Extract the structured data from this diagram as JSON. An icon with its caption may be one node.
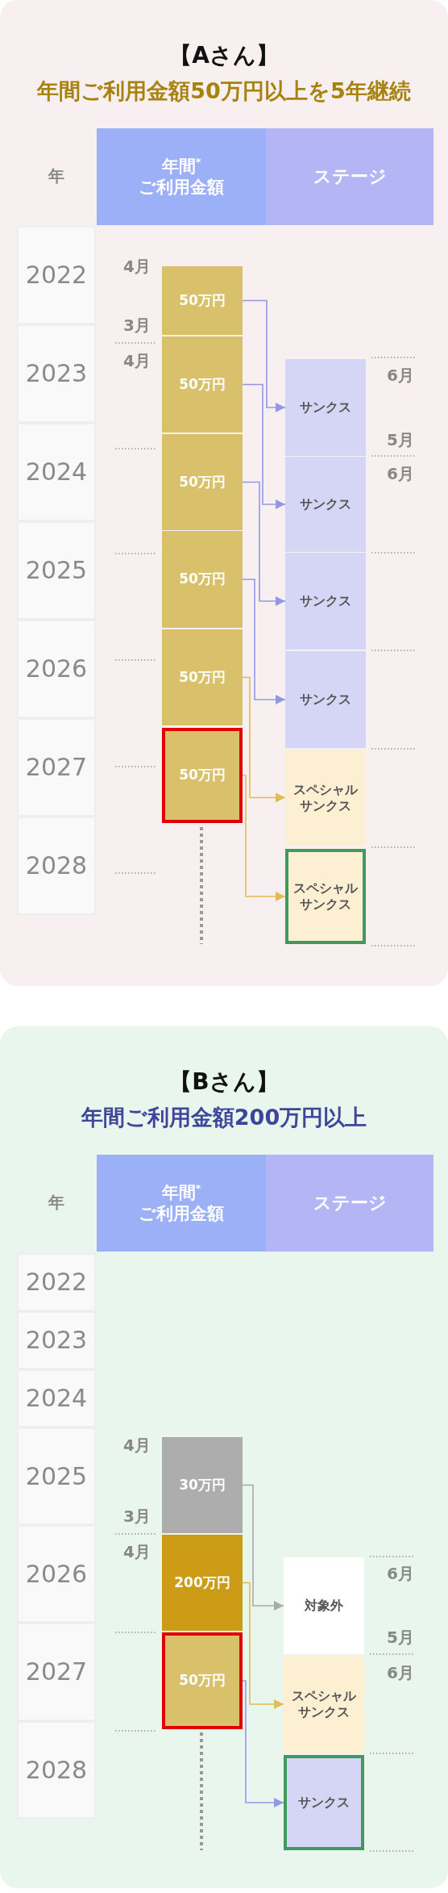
{
  "diagram": {
    "nodes": [
      {
        "text": [
          "【Aさん】",
          "年間ご利用金額50万円以上を5年継続"
        ]
      },
      {
        "text": [
          "年間$^{*}$ご利用金額"
        ],
        "in": 0
      },
      {
        "text": [
          "ステージ"
        ],
        "in": 0
      },
      {
        "text": [
          "2022"
        ],
        "in": 0
      },
      {
        "text": [
          "2023"
        ],
        "in": 0
      },
      {
        "text": [
          "2024"
        ],
        "in": 0
      },
      {
        "text": [
          "2025"
        ],
        "in": 0
      },
      {
        "text": [
          "2026"
        ],
        "in": 0
      },
      {
        "text": [
          "2027"
        ],
        "in": 0
      },
      {
        "text": [
          "2028"
        ],
        "in": 0
      },
      {
        "text": [
          "50万円"
        ],
        "in": 0,
        "beside": [
          "4月",
          "3月"
        ]
      },
      {
        "text": [
          "50万円"
        ],
        "in": 0,
        "beside": [
          "4月"
        ]
      },
      {
        "text": [
          "50万円"
        ],
        "in": 0
      },
      {
        "text": [
          "50万円"
        ],
        "in": 0
      },
      {
        "text": [
          "50万円"
        ],
        "in": 0
      },
      {
        "text": [
          "50万円"
        ],
        "in": 0
      },
      {
        "text": [
          "サンクス"
        ],
        "in": 0,
        "beside": [
          "6月",
          "5月"
        ]
      },
      {
        "text": [
          "サンクス"
        ],
        "in": 0,
        "beside": [
          "6月"
        ]
      },
      {
        "text": [
          "サンクス"
        ],
        "in": 0
      },
      {
        "text": [
          "サンクス"
        ],
        "in": 0
      },
      {
        "text": [
          "スペシャルサンクス"
        ],
        "in": 0
      },
      {
        "text": [
          "スペシャルサンクス"
        ],
        "in": 0
      },
      {
        "text": [
          "【Bさん】",
          "年間ご利用金額200万円以上"
        ]
      },
      {
        "text": [
          "年間$^{*}$ご利用金額"
        ],
        "in": 22
      },
      {
        "text": [
          "ステージ"
        ],
        "in": 22
      },
      {
        "text": [
          "2022"
        ],
        "in": 22
      },
      {
        "text": [
          "2023"
        ],
        "in": 22
      },
      {
        "text": [
          "2024"
        ],
        "in": 22
      },
      {
        "text": [
          "2025"
        ],
        "in": 22
      },
      {
        "text": [
          "2026"
        ],
        "in": 22
      },
      {
        "text": [
          "2027"
        ],
        "in": 22
      },
      {
        "text": [
          "2028"
        ],
        "in": 22
      },
      {
        "text": [
          "30万円"
        ],
        "in": 22,
        "beside": [
          "4月",
          "3月"
        ]
      },
      {
        "text": [
          "200万円"
        ],
        "in": 22,
        "beside": [
          "4月"
        ]
      },
      {
        "text": [
          "50万円"
        ],
        "in": 22
      },
      {
        "text": [
          "対象外"
        ],
        "in": 22,
        "beside": [
          "6月",
          "5月"
        ]
      },
      {
        "text": [
          "スペシャルサンクス"
        ],
        "in": 22,
        "beside": [
          "6月"
        ]
      },
      {
        "text": [
          "サンクス"
        ],
        "in": 22
      }
    ],
    "edges": [
      {
        "from": 10,
        "to": 16,
        "arrow": "to"
      },
      {
        "from": 11,
        "to": 17,
        "arrow": "to"
      },
      {
        "from": 12,
        "to": 18,
        "arrow": "to"
      },
      {
        "from": 13,
        "to": 19,
        "arrow": "to"
      },
      {
        "from": 14,
        "to": 20,
        "arrow": "to",
        "color": "#e3bb55"
      },
      {
        "from": 15,
        "to": 21,
        "arrow": "to",
        "color": "#e3bb55"
      },
      {
        "from": 32,
        "to": 35,
        "arrow": "to",
        "color": "#aaaaaa"
      },
      {
        "from": 33,
        "to": 36,
        "arrow": "to",
        "color": "#e3bb55"
      },
      {
        "from": 34,
        "to": 37,
        "arrow": "to"
      }
    ],
    "labels": [
      "年",
      "年"
    ]
  }
}
